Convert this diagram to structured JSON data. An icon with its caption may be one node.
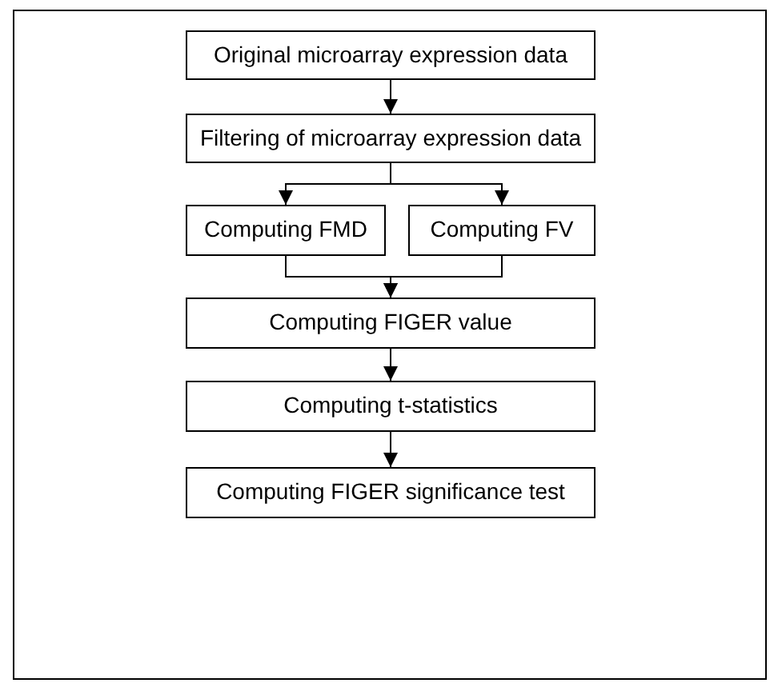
{
  "diagram": {
    "nodes": [
      {
        "text": [
          "Original microarray expression data"
        ]
      },
      {
        "text": [
          "Filtering of microarray expression data"
        ]
      },
      {
        "text": [
          "Computing FMD"
        ]
      },
      {
        "text": [
          "Computing FV"
        ]
      },
      {
        "text": [
          "Computing FIGER value"
        ]
      },
      {
        "text": [
          "Computing t-statistics"
        ]
      },
      {
        "text": [
          "Computing FIGER significance test"
        ]
      }
    ],
    "edges": [
      {
        "from": 0,
        "to": 1,
        "arrow": "to"
      },
      {
        "from": 1,
        "to": 2,
        "arrow": "to"
      },
      {
        "from": 1,
        "to": 3,
        "arrow": "to"
      },
      {
        "from": 2,
        "to": 4,
        "arrow": "to"
      },
      {
        "from": 3,
        "to": 4,
        "arrow": "to"
      },
      {
        "from": 4,
        "to": 5,
        "arrow": "to"
      },
      {
        "from": 5,
        "to": 6,
        "arrow": "to"
      }
    ]
  }
}
